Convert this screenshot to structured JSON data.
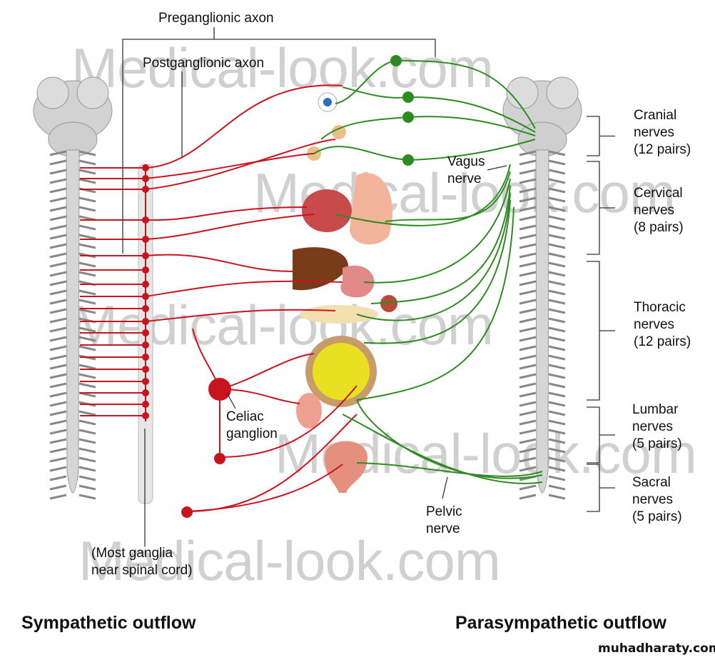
{
  "diagram": {
    "labels": {
      "preganglionic": "Preganglionic axon",
      "postganglionic": "Postganglionic axon",
      "vagus": "Vagus\nnerve",
      "celiac": "Celiac\nganglion",
      "pelvic": "Pelvic\nnerve",
      "most_ganglia": "(Most ganglia\nnear spinal cord)"
    },
    "nerve_groups": [
      {
        "name": "Cranial",
        "text": "Cranial\nnerves\n(12 pairs)"
      },
      {
        "name": "Cervical",
        "text": "Cervical\nnerves\n(8 pairs)"
      },
      {
        "name": "Thoracic",
        "text": "Thoracic\nnerves\n(12 pairs)"
      },
      {
        "name": "Lumbar",
        "text": "Lumbar\nnerves\n(5 pairs)"
      },
      {
        "name": "Sacral",
        "text": "Sacral\nnerves\n(5 pairs)"
      }
    ],
    "titles": {
      "left": "Sympathetic outflow",
      "right": "Parasympathetic outflow"
    },
    "credit": "muhadharaty.com",
    "watermark": "Medical-look.com",
    "colors": {
      "sympathetic": "#c8141e",
      "parasympathetic": "#2e8b22",
      "bracket": "#333333",
      "spine": "#b0b0b0"
    }
  }
}
